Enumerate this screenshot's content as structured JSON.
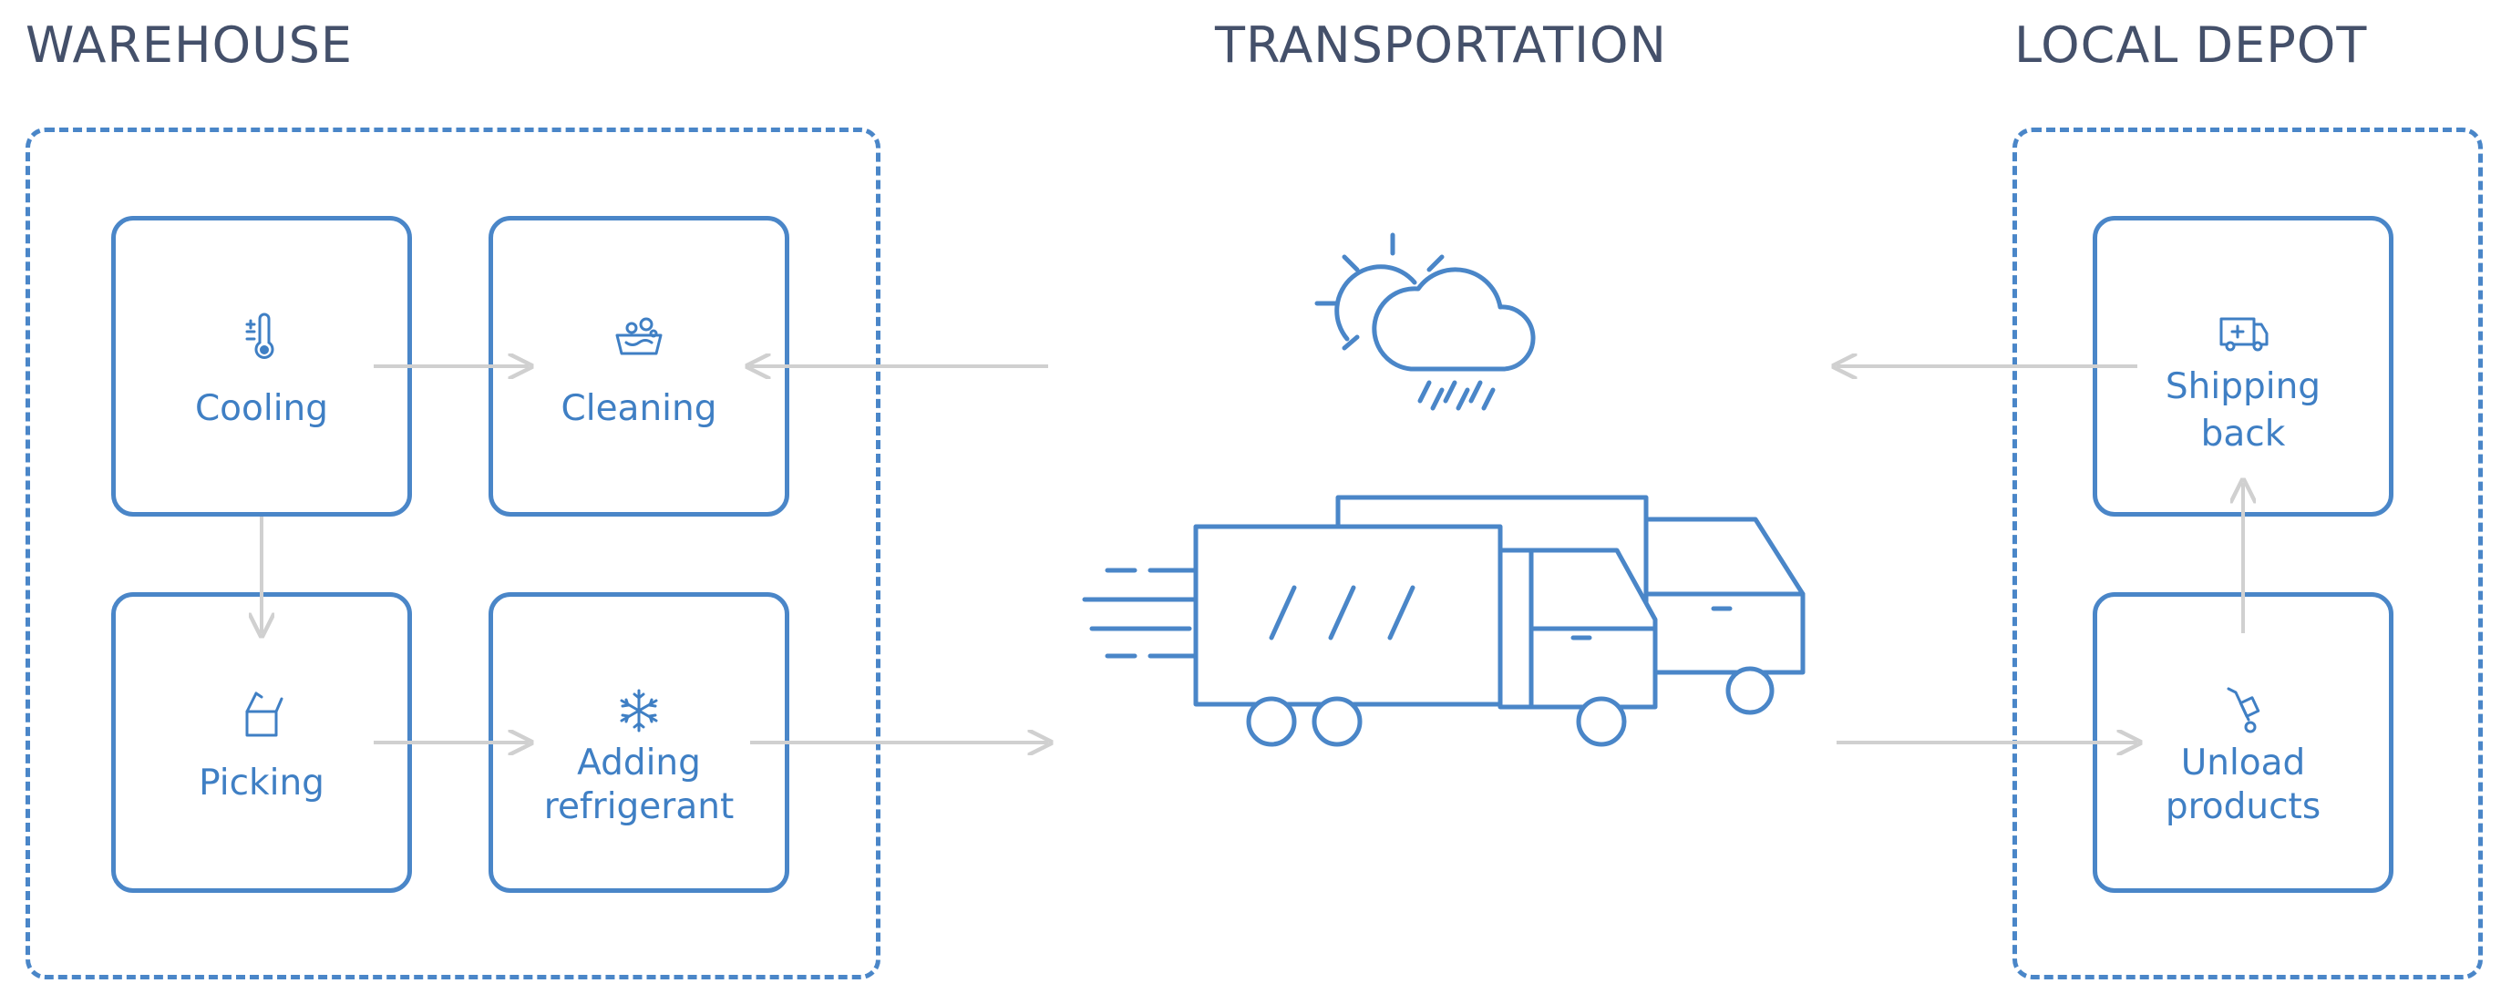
{
  "sections": {
    "warehouse": "WAREHOUSE",
    "transportation": "TRANSPORTATION",
    "local_depot": "LOCAL DEPOT"
  },
  "warehouse_steps": {
    "cooling": {
      "label": "Cooling",
      "icon": "thermometer-icon"
    },
    "cleaning": {
      "label": "Cleaning",
      "icon": "washing-tub-icon"
    },
    "picking": {
      "label": "Picking",
      "icon": "open-box-icon"
    },
    "adding_refrigerant": {
      "label_line1": "Adding",
      "label_line2": "refrigerant",
      "icon": "snowflake-icon"
    }
  },
  "depot_steps": {
    "shipping_back": {
      "label_line1": "Shipping",
      "label_line2": "back",
      "icon": "delivery-van-icon"
    },
    "unload_products": {
      "label_line1": "Unload",
      "label_line2": "products",
      "icon": "hand-truck-icon"
    }
  },
  "transport_icons": [
    "weather-icon",
    "trucks-icon"
  ],
  "colors": {
    "accent": "#4a86c8",
    "title": "#44506a",
    "arrow": "#d0d0d0"
  }
}
